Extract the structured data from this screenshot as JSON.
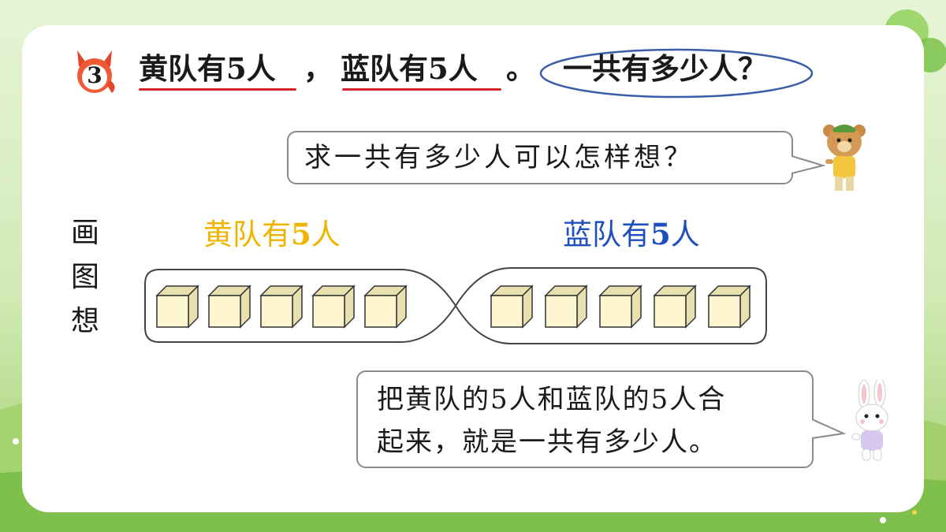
{
  "problem": {
    "number": "3",
    "condition_yellow": "黄队有5人",
    "comma": "，",
    "condition_blue": "蓝队有5人",
    "period": "。",
    "question": "一共有多少人？"
  },
  "bear_bubble": {
    "text": "求一共有多少人可以怎样想？"
  },
  "side_label": {
    "chars": [
      "画",
      "图",
      "想"
    ]
  },
  "yellow_team": {
    "label_prefix": "黄队有",
    "label_number": "5",
    "label_suffix": "人",
    "color": "#f0b400",
    "count": 5
  },
  "blue_team": {
    "label_prefix": "蓝队有",
    "label_number": "5",
    "label_suffix": "人",
    "color": "#1f4fbf",
    "count": 5
  },
  "rabbit_bubble": {
    "line1": "把黄队的5人和蓝队的5人合",
    "line2": "起来，就是一共有多少人。"
  },
  "colors": {
    "background_green": "#cde8b0",
    "underline_red": "#d6222a",
    "question_oval": "#3a5da8",
    "cube_face": "#fdf6d0",
    "cube_side": "#e9e0b0"
  },
  "icons": {
    "problem_badge": "fox-badge-icon",
    "bear": "bear-character-icon",
    "rabbit": "rabbit-character-icon"
  }
}
